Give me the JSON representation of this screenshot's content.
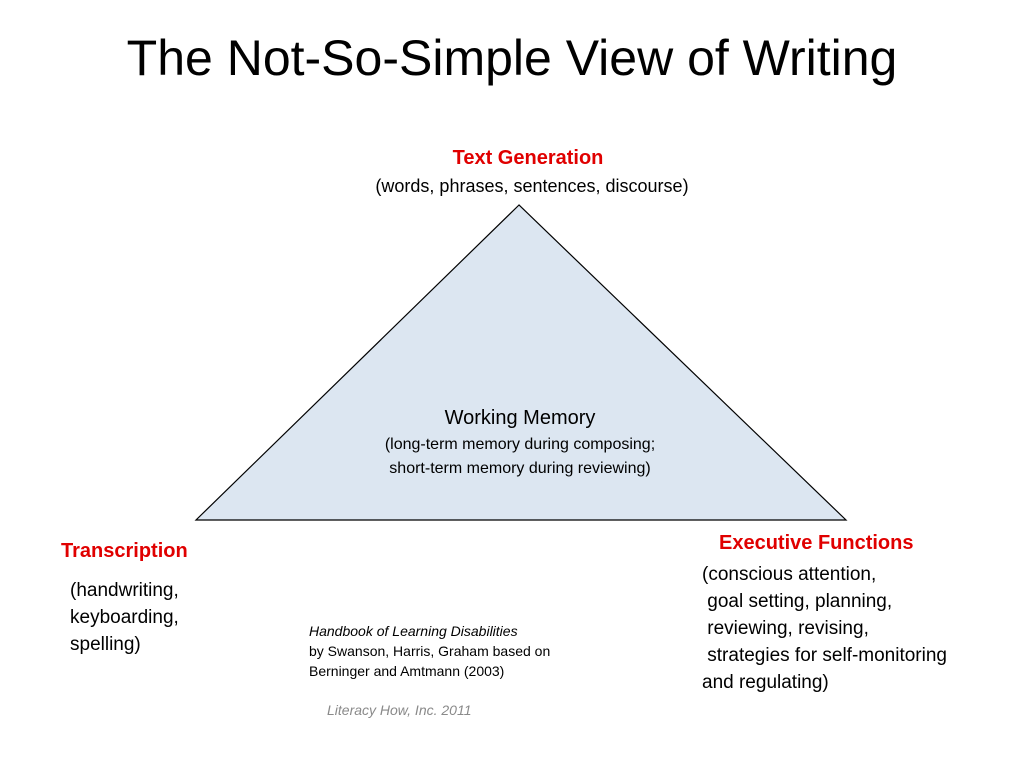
{
  "title": "The Not-So-Simple View of Writing",
  "diagram": {
    "fill_color": "#dce6f1",
    "stroke_color": "#000000",
    "label_color": "#e00000",
    "top": {
      "label": "Text Generation",
      "detail": "(words, phrases, sentences, discourse)"
    },
    "center": {
      "label": "Working Memory",
      "lines": [
        "(long-term memory during composing;",
        "short-term memory during reviewing)"
      ]
    },
    "left": {
      "label": "Transcription",
      "lines": [
        "(handwriting,",
        "keyboarding,",
        "spelling)"
      ]
    },
    "right": {
      "label": "Executive Functions",
      "lines": [
        "(conscious attention,",
        " goal setting, planning,",
        " reviewing, revising,",
        " strategies for self-monitoring",
        "and regulating)"
      ]
    }
  },
  "citation": {
    "book": "Handbook of Learning Disabilities",
    "line1": "by Swanson, Harris, Graham based on",
    "line2": "Berninger and Amtmann (2003)"
  },
  "footer": "Literacy How, Inc. 2011"
}
